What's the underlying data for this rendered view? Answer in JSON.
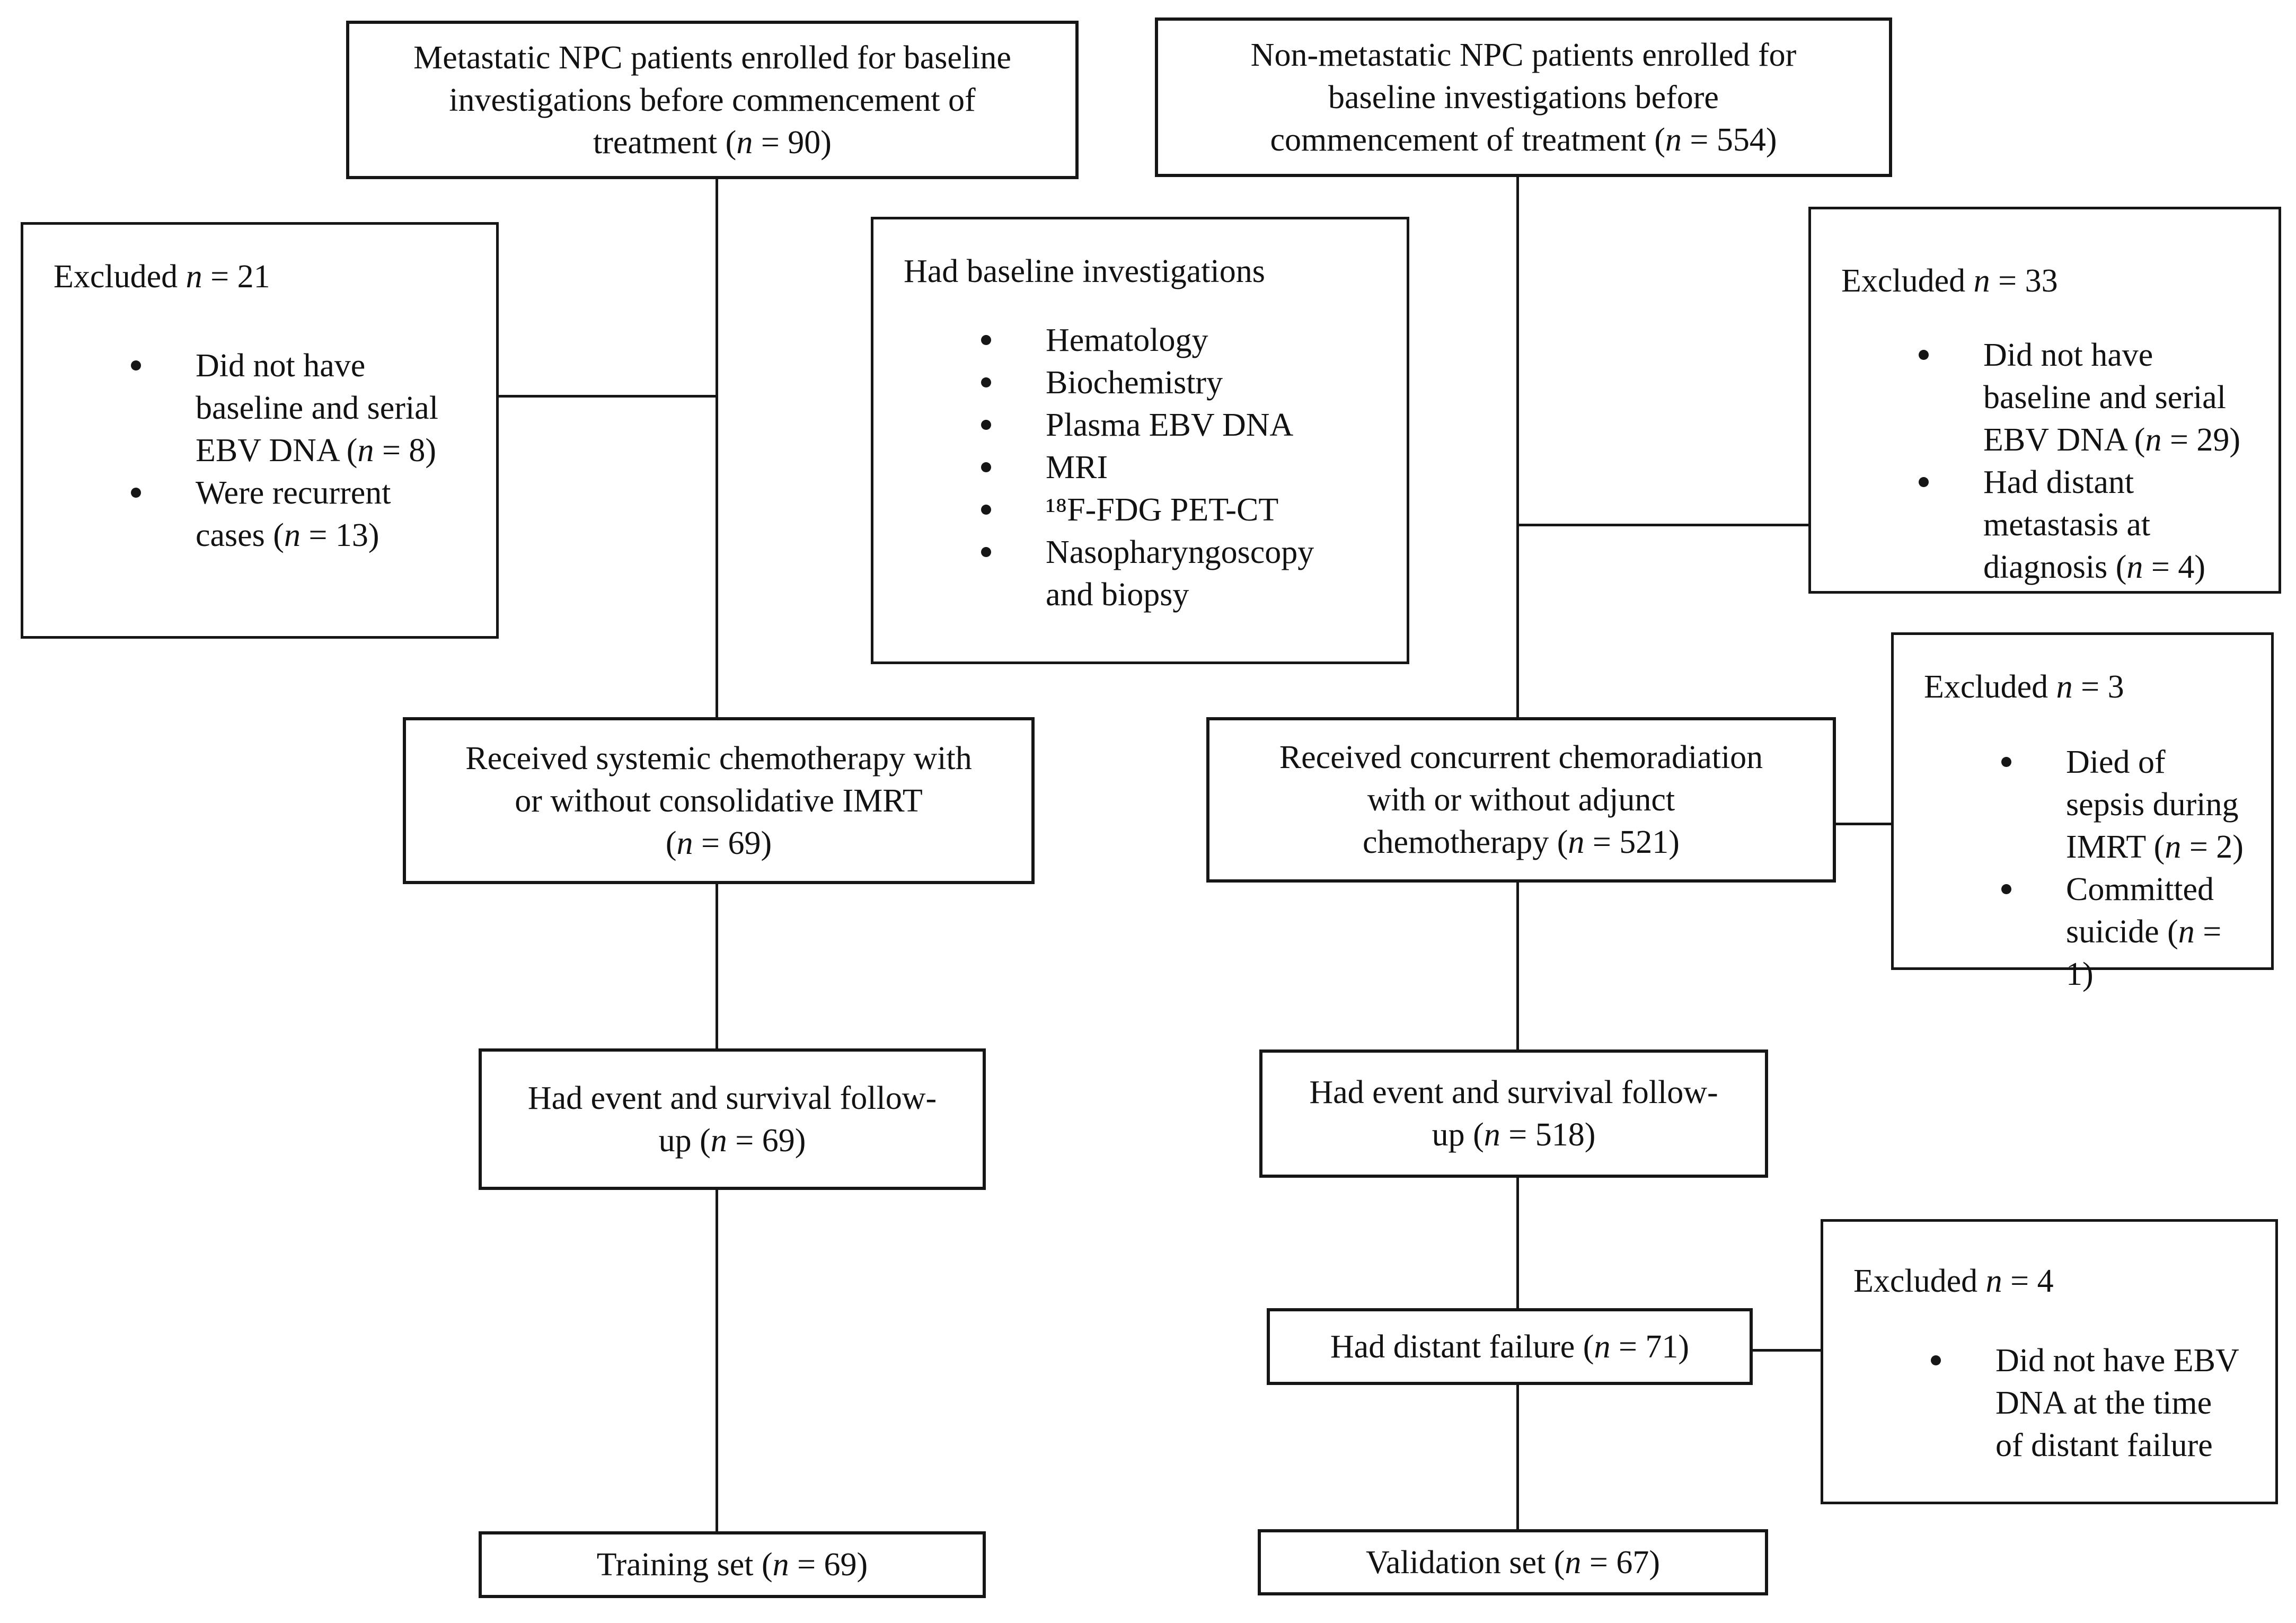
{
  "page": {
    "background_color": "#ffffff",
    "ink_color": "#161616"
  },
  "flowchart": {
    "enrollment_metastatic": {
      "text": "Metastatic NPC patients enrolled for baseline\ninvestigations before commencement of\ntreatment (n = 90)"
    },
    "enrollment_nonmetastatic": {
      "text": "Non-metastatic NPC patients enrolled for\nbaseline investigations before\ncommencement of treatment (n = 554)"
    },
    "excluded_metastatic": {
      "title": "Excluded n = 21",
      "items": [
        "Did not have\nbaseline and serial\nEBV DNA (n = 8)",
        "Were recurrent\ncases (n = 13)"
      ]
    },
    "baseline_investigations": {
      "title": "Had baseline investigations",
      "items": [
        "Hematology",
        "Biochemistry",
        "Plasma EBV DNA",
        "MRI",
        "¹⁸F-FDG PET-CT",
        "Nasopharyngoscopy\nand biopsy"
      ]
    },
    "excluded_nonmetastatic": {
      "title": "Excluded n = 33",
      "items": [
        "Did not have\nbaseline and serial\nEBV DNA (n = 29)",
        "Had distant\nmetastasis at\ndiagnosis (n = 4)"
      ]
    },
    "treatment_metastatic": {
      "text": "Received systemic chemotherapy with\nor without consolidative IMRT\n(n = 69)"
    },
    "treatment_nonmetastatic": {
      "text": "Received concurrent chemoradiation\nwith or without adjunct\nchemotherapy (n = 521)"
    },
    "excluded_during_treatment": {
      "title": "Excluded n = 3",
      "items": [
        "Died of\nsepsis during\nIMRT (n = 2)",
        "Committed\nsuicide (n = 1)"
      ]
    },
    "followup_metastatic": {
      "text": "Had event and survival follow-\nup (n = 69)"
    },
    "followup_nonmetastatic": {
      "text": "Had event and survival follow-\nup (n = 518)"
    },
    "distant_failure": {
      "text": "Had distant failure (n = 71)"
    },
    "excluded_distant_failure": {
      "title": "Excluded n = 4",
      "items": [
        "Did not have EBV\nDNA at the time\nof distant failure"
      ]
    },
    "training_set": {
      "text": "Training set (n = 69)"
    },
    "validation_set": {
      "text": "Validation set (n = 67)"
    }
  }
}
